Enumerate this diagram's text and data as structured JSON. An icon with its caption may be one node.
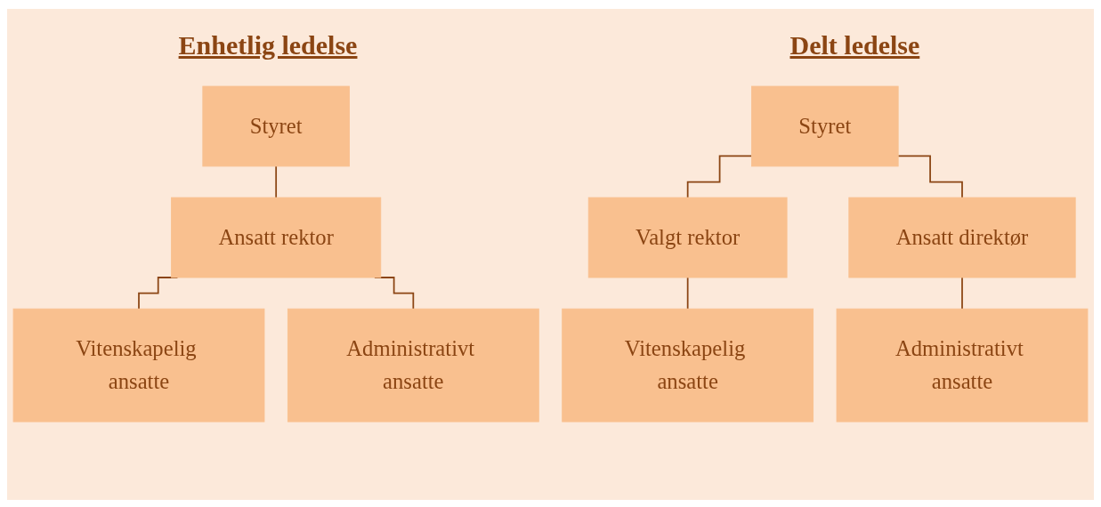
{
  "diagram": {
    "nodes": [
      {
        "text": [
          "Styret"
        ]
      },
      {
        "text": [
          "Ansatt rektor"
        ]
      },
      {
        "text": [
          "Vitenskapelig ansatte"
        ]
      },
      {
        "text": [
          "Administrativt ansatte"
        ]
      },
      {
        "text": [
          "Styret"
        ]
      },
      {
        "text": [
          "Valgt rektor"
        ]
      },
      {
        "text": [
          "Ansatt direktør"
        ]
      },
      {
        "text": [
          "Vitenskapelig ansatte"
        ]
      },
      {
        "text": [
          "Administrativt ansatte"
        ]
      }
    ],
    "edges": [
      {
        "from": 0,
        "to": 1,
        "arrow": "none"
      },
      {
        "from": 1,
        "to": 2,
        "arrow": "none"
      },
      {
        "from": 1,
        "to": 3,
        "arrow": "none"
      },
      {
        "from": 4,
        "to": 5,
        "arrow": "none"
      },
      {
        "from": 4,
        "to": 6,
        "arrow": "none"
      },
      {
        "from": 5,
        "to": 7,
        "arrow": "none"
      },
      {
        "from": 6,
        "to": 8,
        "arrow": "none"
      }
    ],
    "labels": [
      "Enhetlig ledelse",
      "Delt ledelse"
    ]
  }
}
